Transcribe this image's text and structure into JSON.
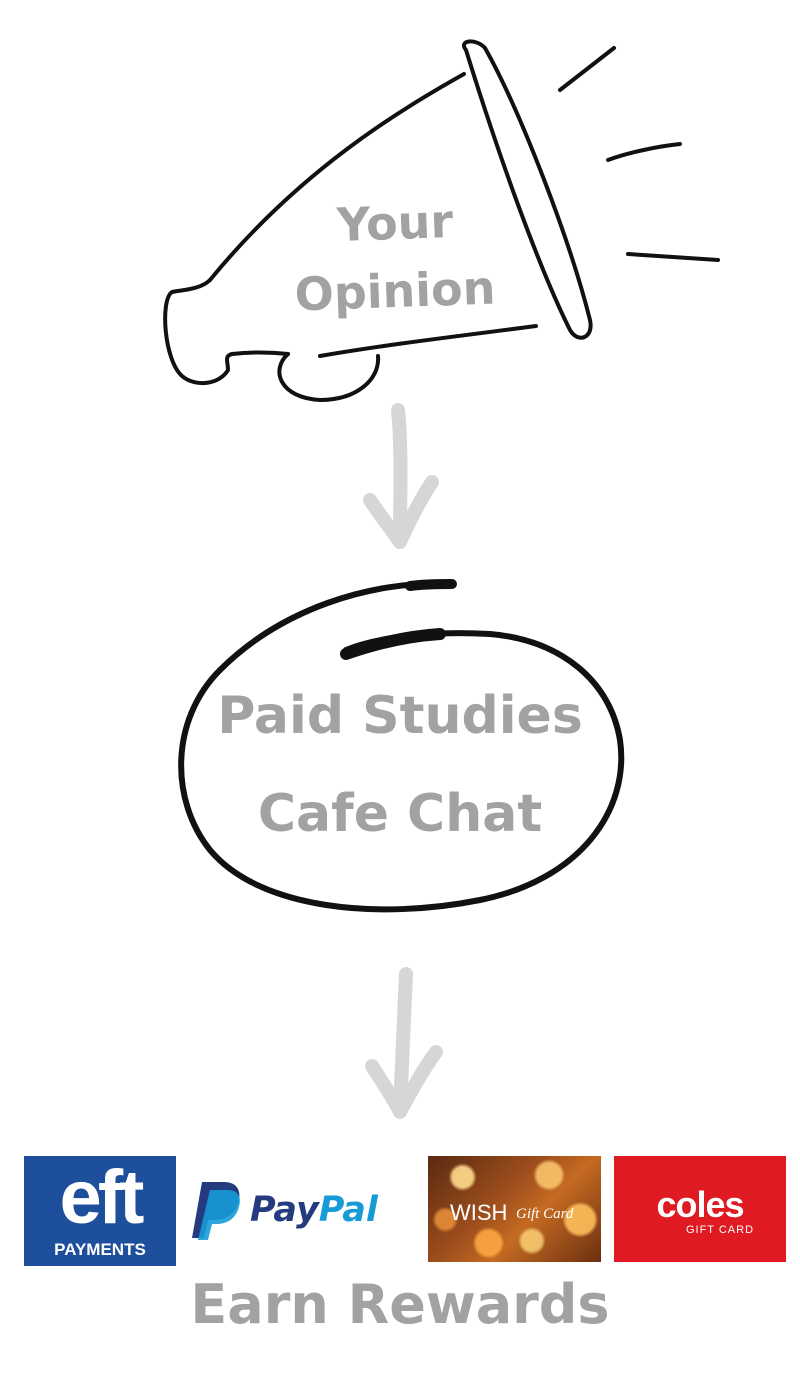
{
  "megaphone": {
    "line1": "Your",
    "line2": "Opinion"
  },
  "circle": {
    "line1": "Paid Studies",
    "line2": "Cafe Chat"
  },
  "rewards": {
    "title": "Earn Rewards",
    "eft": {
      "big": "eft",
      "small": "PAYMENTS",
      "color": "#1d4f9c"
    },
    "paypal": {
      "part1": "Pay",
      "part2": "Pal",
      "color_dark": "#253b80",
      "color_light": "#179bd7"
    },
    "wish": {
      "main": "WISH",
      "sub": "Gift Card"
    },
    "coles": {
      "main": "coles",
      "sub": "GIFT CARD",
      "color": "#e01a22"
    }
  },
  "colors": {
    "text_grey": "#a2a2a2",
    "arrow_grey": "#d6d6d6",
    "stroke": "#111111"
  },
  "icons": [
    "megaphone-icon",
    "down-arrow-icon",
    "oval-circle-icon",
    "paypal-p-icon"
  ]
}
